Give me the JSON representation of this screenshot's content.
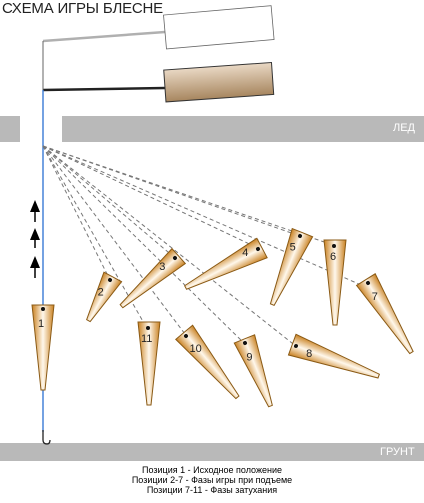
{
  "title": "СХЕМА ИГРЫ БЛЕСНЕ",
  "labels": {
    "ice": "ЛЕД",
    "ground": "ГРУНТ"
  },
  "positions": [
    {
      "n": "1",
      "label": "1"
    },
    {
      "n": "2",
      "label": "2"
    },
    {
      "n": "3",
      "label": "3"
    },
    {
      "n": "4",
      "label": "4"
    },
    {
      "n": "5",
      "label": "5"
    },
    {
      "n": "6",
      "label": "6"
    },
    {
      "n": "7",
      "label": "7"
    },
    {
      "n": "8",
      "label": "8"
    },
    {
      "n": "9",
      "label": "9"
    },
    {
      "n": "10",
      "label": "10"
    },
    {
      "n": "11",
      "label": "11"
    }
  ],
  "caption": [
    "Позиция 1 - Исходное положение",
    "Позиции 2-7 - Фазы игры при подъеме",
    "Позиции 7-11 - Фазы затухания"
  ],
  "colors": {
    "ice": "#b9b9b9",
    "ground": "#b9b9b9",
    "line": "#3a7bd5",
    "lure_dark": "#d08a2a",
    "lure_light": "#fff8ec",
    "rod_handle": "#b99a7a"
  }
}
